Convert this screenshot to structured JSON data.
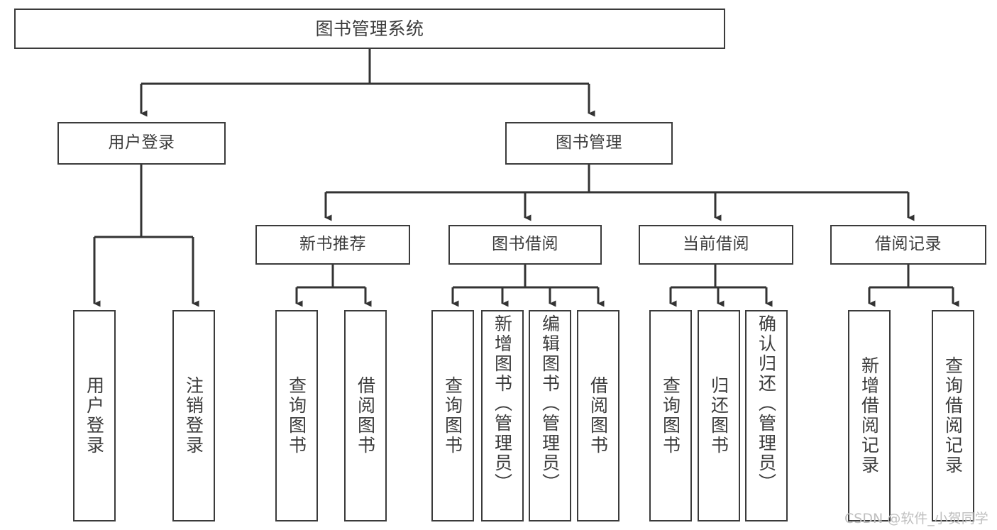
{
  "diagram": {
    "title": "图书管理系统",
    "type": "tree-hierarchy-chart",
    "nodes": {
      "root": {
        "label": "图书管理系统"
      },
      "level2": [
        {
          "id": "user-login",
          "label": "用户登录"
        },
        {
          "id": "book-manage",
          "label": "图书管理"
        }
      ],
      "level3": [
        {
          "id": "new-book-recommend",
          "label": "新书推荐"
        },
        {
          "id": "book-borrow",
          "label": "图书借阅"
        },
        {
          "id": "current-borrow",
          "label": "当前借阅"
        },
        {
          "id": "borrow-record",
          "label": "借阅记录"
        }
      ],
      "leaves": {
        "user_login": [
          {
            "id": "leaf-user-login",
            "label": "用户登录"
          },
          {
            "id": "leaf-logout-login",
            "label": "注销登录"
          }
        ],
        "new_book_recommend": [
          {
            "id": "leaf-query-book-1",
            "label": "查询图书"
          },
          {
            "id": "leaf-borrow-book-1",
            "label": "借阅图书"
          }
        ],
        "book_borrow": [
          {
            "id": "leaf-query-book-2",
            "label": "查询图书"
          },
          {
            "id": "leaf-add-book-admin",
            "label": "新增图书（管理员）"
          },
          {
            "id": "leaf-edit-book-admin",
            "label": "编辑图书（管理员）"
          },
          {
            "id": "leaf-borrow-book-2",
            "label": "借阅图书"
          }
        ],
        "current_borrow": [
          {
            "id": "leaf-query-book-3",
            "label": "查询图书"
          },
          {
            "id": "leaf-return-book",
            "label": "归还图书"
          },
          {
            "id": "leaf-confirm-return-admin",
            "label": "确认归还（管理员）"
          }
        ],
        "borrow_record": [
          {
            "id": "leaf-add-borrow-record",
            "label": "新增借阅记录"
          },
          {
            "id": "leaf-query-borrow-record",
            "label": "查询借阅记录"
          }
        ]
      }
    },
    "colors": {
      "node_border": "#3b3b3b",
      "node_fill": "#ffffff",
      "text": "#3c3c3c",
      "edge": "#333333",
      "watermark": "#bfbfbf"
    }
  },
  "watermark": {
    "text": "CSDN @软件_小贺同学"
  }
}
